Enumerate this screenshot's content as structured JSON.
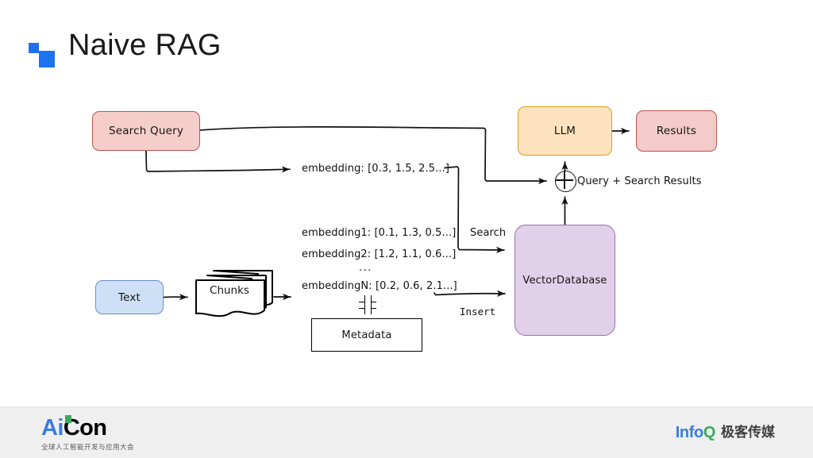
{
  "slide": {
    "title": "Naive RAG",
    "logo_mark": "blue-squares-logo"
  },
  "diagram": {
    "type": "flowchart",
    "nodes": [
      {
        "id": "search_query",
        "label": "Search Query",
        "shape": "rounded-rect",
        "fill": "#f5ceca",
        "stroke": "#b85450"
      },
      {
        "id": "llm",
        "label": "LLM",
        "shape": "rounded-rect",
        "fill": "#fde3bd",
        "stroke": "#d6a019"
      },
      {
        "id": "results",
        "label": "Results",
        "shape": "rounded-rect",
        "fill": "#f3cbc8",
        "stroke": "#b85450"
      },
      {
        "id": "text",
        "label": "Text",
        "shape": "rounded-rect",
        "fill": "#cde0f5",
        "stroke": "#6c8ebf"
      },
      {
        "id": "chunks",
        "label": "Chunks",
        "shape": "stacked-documents",
        "fill": "#ffffff",
        "stroke": "#000000"
      },
      {
        "id": "metadata",
        "label": "Metadata",
        "shape": "rect",
        "fill": "#ffffff",
        "stroke": "#000000"
      },
      {
        "id": "vectordb",
        "label": "VectorDatabase",
        "shape": "rounded-rect",
        "fill": "#e0d0ea",
        "stroke": "#9673a6"
      },
      {
        "id": "junction",
        "label": "⊕",
        "shape": "circle-plus",
        "fill": "#ffffff",
        "stroke": "#111111"
      }
    ],
    "edge_labels": {
      "embedding_query": "embedding: [0.3, 1.5, 2.5...]",
      "embedding_1": "embedding1: [0.1, 1.3, 0.5...]",
      "embedding_2": "embedding2: [1.2, 1.1, 0.6...]",
      "embedding_ellipsis": "...",
      "embedding_n": "embeddingN: [0.2, 0.6, 2.1...]",
      "search": "Search",
      "insert": "Insert",
      "query_plus_results": "Query + Search Results",
      "plus_operator": "+"
    },
    "edges": [
      {
        "from": "search_query",
        "to": "junction",
        "label": ""
      },
      {
        "from": "search_query",
        "to": "embedding_query",
        "label": "embedding: [0.3, 1.5, 2.5...]"
      },
      {
        "from": "embedding_query",
        "to": "vectordb",
        "label": "Search"
      },
      {
        "from": "vectordb",
        "to": "junction",
        "label": ""
      },
      {
        "from": "junction",
        "to": "llm",
        "label": "Query + Search Results"
      },
      {
        "from": "llm",
        "to": "results",
        "label": ""
      },
      {
        "from": "text",
        "to": "chunks",
        "label": ""
      },
      {
        "from": "chunks",
        "to": "embeddings_list",
        "label": ""
      },
      {
        "from": "embeddings_list",
        "to": "vectordb",
        "label": "Insert"
      }
    ]
  },
  "footer": {
    "aicon": {
      "wordmark_a": "Ai",
      "wordmark_con": "Con",
      "subtitle": "全球人工智能开发与应用大会"
    },
    "infoq": {
      "wordmark_info": "Info",
      "wordmark_q": "Q",
      "cn": "极客传媒"
    }
  }
}
